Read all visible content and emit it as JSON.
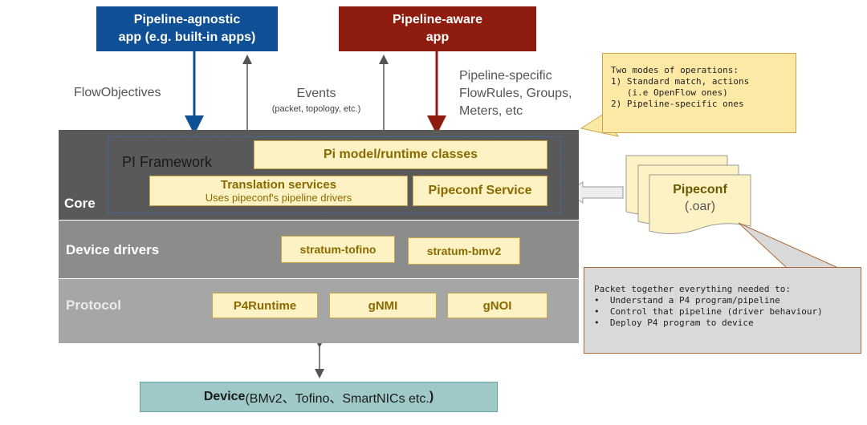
{
  "apps": {
    "agnostic": {
      "line1": "Pipeline-agnostic",
      "line2": "app (e.g. built-in apps)"
    },
    "aware": {
      "line1": "Pipeline-aware",
      "line2": "app"
    }
  },
  "labels": {
    "flow_objectives": "FlowObjectives",
    "events": "Events",
    "events_sub": "(packet, topology, etc.)",
    "pipeline_specific": [
      "Pipeline-specific",
      "FlowRules, Groups,",
      "Meters, etc"
    ]
  },
  "note_modes": "Two modes of operations:\n1) Standard match, actions\n   (i.e OpenFlow ones)\n2) Pipeline-specific ones",
  "core": {
    "label": "Core",
    "framework_label": "PI Framework",
    "pi_model": "Pi model/runtime classes",
    "translation_title": "Translation services",
    "translation_sub": "Uses pipeconf's pipeline drivers",
    "pipeconf_service": "Pipeconf Service"
  },
  "pipeconf": {
    "title": "Pipeconf",
    "sub": "(.oar)"
  },
  "device_drivers": {
    "label": "Device drivers",
    "items": [
      "stratum-tofino",
      "stratum-bmv2"
    ]
  },
  "protocol": {
    "label": "Protocol",
    "items": [
      "P4Runtime",
      "gNMI",
      "gNOI"
    ]
  },
  "note_pipeconf": "Packet together everything needed to:\n•  Understand a P4 program/pipeline\n•  Control that pipeline (driver behaviour)\n•  Deploy P4 program to device",
  "device": {
    "bold1": "Device",
    "middle": "(BMv2、Tofino、SmartNICs etc.",
    "bold2": ")"
  },
  "colors": {
    "agnostic": "#0e4f96",
    "aware": "#8e1d10",
    "core": "#595959",
    "drivers": "#8c8c8c",
    "protocol": "#a6a6a6",
    "device": "#9fc9c8"
  }
}
